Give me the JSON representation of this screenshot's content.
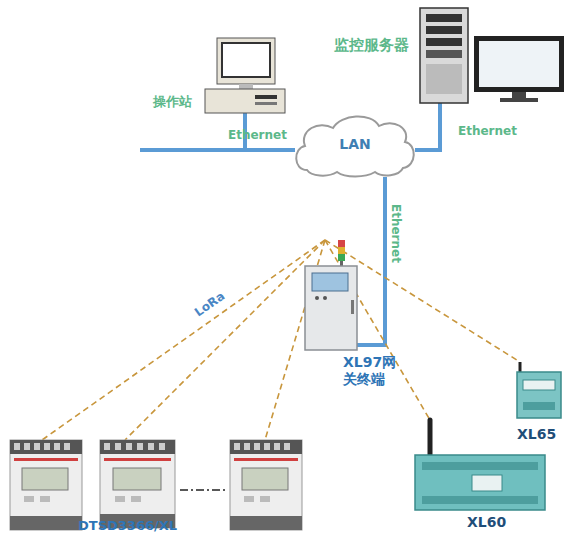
{
  "diagram": {
    "nodes": [
      {
        "text": [
          "操作站"
        ]
      },
      {
        "text": [
          "LAN"
        ]
      },
      {
        "text": [
          "监控服务器"
        ]
      },
      {
        "text": [
          "XL97网 关终端"
        ]
      },
      {
        "text": [
          "DTSD3366/XL"
        ]
      },
      {
        "text": [
          "XL60"
        ]
      },
      {
        "text": [
          "XL65"
        ]
      }
    ],
    "edges": [
      {
        "from": 0,
        "to": 1,
        "arrow": "none",
        "label": "Ethernet"
      },
      {
        "from": 2,
        "to": 1,
        "arrow": "none",
        "label": "Ethernet"
      },
      {
        "from": 1,
        "to": 3,
        "arrow": "none",
        "label": "Ethernet"
      },
      {
        "from": 3,
        "to": 4,
        "arrow": "none"
      },
      {
        "from": 3,
        "to": 5,
        "arrow": "none"
      },
      {
        "from": 3,
        "to": 6,
        "arrow": "none"
      }
    ],
    "labels": [
      "LoRa"
    ]
  }
}
